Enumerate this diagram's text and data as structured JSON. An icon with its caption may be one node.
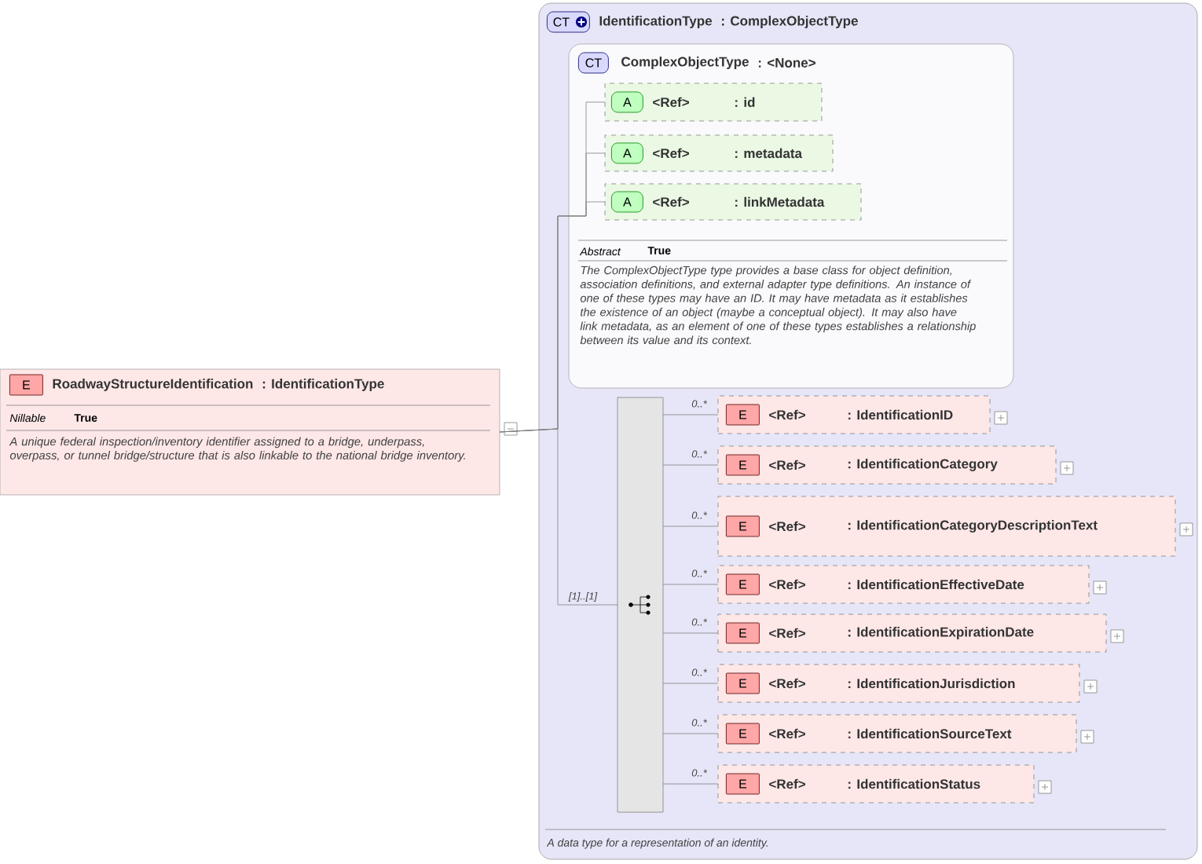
{
  "diagram": {
    "nodes": [
      {
        "text": [
          "E",
          "RoadwayStructureIdentification",
          ": IdentificationType",
          "Nillable",
          "True",
          "A unique federal inspection/inventory identifier assigned to a bridge, underpass, overpass, or tunnel bridge/structure that is also linkable to the national bridge inventory."
        ]
      },
      {
        "text": [
          "CT",
          "IdentificationType",
          ": ComplexObjectType",
          "A data type for a representation of an identity."
        ]
      },
      {
        "text": [
          "CT",
          "ComplexObjectType",
          ": <None>",
          "Abstract",
          "True",
          "The ComplexObjectType type provides a base class for object definition, association definitions, and external adapter type definitions. An instance of one of these types may have an ID. It may have metadata as it establishes the existence of an object (maybe a conceptual object). It may also have link metadata, as an element of one of these types establishes a relationship between its value and its context."
        ],
        "in": 1
      },
      {
        "text": [
          "A",
          "<Ref>",
          ": id"
        ],
        "in": 2
      },
      {
        "text": [
          "A",
          "<Ref>",
          ": metadata"
        ],
        "in": 2
      },
      {
        "text": [
          "A",
          "<Ref>",
          ": linkMetadata"
        ],
        "in": 2
      },
      {
        "text": [],
        "shape": "bar",
        "in": 1
      },
      {
        "text": [
          "E",
          "<Ref>",
          ": IdentificationID"
        ],
        "in": 1
      },
      {
        "text": [
          "E",
          "<Ref>",
          ": IdentificationCategory"
        ],
        "in": 1
      },
      {
        "text": [
          "E",
          "<Ref>",
          ": IdentificationCategoryDescriptionText"
        ],
        "in": 1
      },
      {
        "text": [
          "E",
          "<Ref>",
          ": IdentificationEffectiveDate"
        ],
        "in": 1
      },
      {
        "text": [
          "E",
          "<Ref>",
          ": IdentificationExpirationDate"
        ],
        "in": 1
      },
      {
        "text": [
          "E",
          "<Ref>",
          ": IdentificationJurisdiction"
        ],
        "in": 1
      },
      {
        "text": [
          "E",
          "<Ref>",
          ": IdentificationSourceText"
        ],
        "in": 1
      },
      {
        "text": [
          "E",
          "<Ref>",
          ": IdentificationStatus"
        ],
        "in": 1
      }
    ],
    "edges": [
      {
        "from": 0,
        "to": 3,
        "arrow": "none"
      },
      {
        "from": 0,
        "to": 4,
        "arrow": "none"
      },
      {
        "from": 0,
        "to": 5,
        "arrow": "none"
      },
      {
        "from": 0,
        "to": 6,
        "arrow": "none",
        "label": "[1]..[1]"
      },
      {
        "from": 6,
        "to": 7,
        "arrow": "none",
        "label": "0..*"
      },
      {
        "from": 6,
        "to": 8,
        "arrow": "none",
        "label": "0..*"
      },
      {
        "from": 6,
        "to": 9,
        "arrow": "none",
        "label": "0..*"
      },
      {
        "from": 6,
        "to": 10,
        "arrow": "none",
        "label": "0..*"
      },
      {
        "from": 6,
        "to": 11,
        "arrow": "none",
        "label": "0..*"
      },
      {
        "from": 6,
        "to": 12,
        "arrow": "none",
        "label": "0..*"
      },
      {
        "from": 6,
        "to": 13,
        "arrow": "none",
        "label": "0..*"
      },
      {
        "from": 6,
        "to": 14,
        "arrow": "none",
        "label": "0..*"
      }
    ]
  }
}
